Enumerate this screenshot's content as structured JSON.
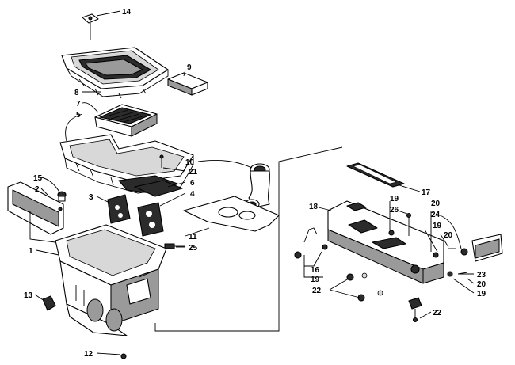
{
  "callouts": [
    {
      "id": "c14",
      "text": "14"
    },
    {
      "id": "c9",
      "text": "9"
    },
    {
      "id": "c8",
      "text": "8"
    },
    {
      "id": "c7",
      "text": "7"
    },
    {
      "id": "c5",
      "text": "5"
    },
    {
      "id": "c10",
      "text": "10"
    },
    {
      "id": "c21",
      "text": "21"
    },
    {
      "id": "c6",
      "text": "6"
    },
    {
      "id": "c15",
      "text": "15"
    },
    {
      "id": "c2",
      "text": "2"
    },
    {
      "id": "c3",
      "text": "3"
    },
    {
      "id": "c4",
      "text": "4"
    },
    {
      "id": "c11",
      "text": "11"
    },
    {
      "id": "c25",
      "text": "25"
    },
    {
      "id": "c1",
      "text": "1"
    },
    {
      "id": "c13",
      "text": "13"
    },
    {
      "id": "c12",
      "text": "12"
    },
    {
      "id": "c17",
      "text": "17"
    },
    {
      "id": "c18",
      "text": "18"
    },
    {
      "id": "c19a",
      "text": "19"
    },
    {
      "id": "c26",
      "text": "26"
    },
    {
      "id": "c20a",
      "text": "20"
    },
    {
      "id": "c24",
      "text": "24"
    },
    {
      "id": "c19b",
      "text": "19"
    },
    {
      "id": "c20b",
      "text": "20"
    },
    {
      "id": "c16",
      "text": "16"
    },
    {
      "id": "c19c",
      "text": "19"
    },
    {
      "id": "c22a",
      "text": "22"
    },
    {
      "id": "c23",
      "text": "23"
    },
    {
      "id": "c20c",
      "text": "20"
    },
    {
      "id": "c19d",
      "text": "19"
    },
    {
      "id": "c22b",
      "text": "22"
    }
  ]
}
